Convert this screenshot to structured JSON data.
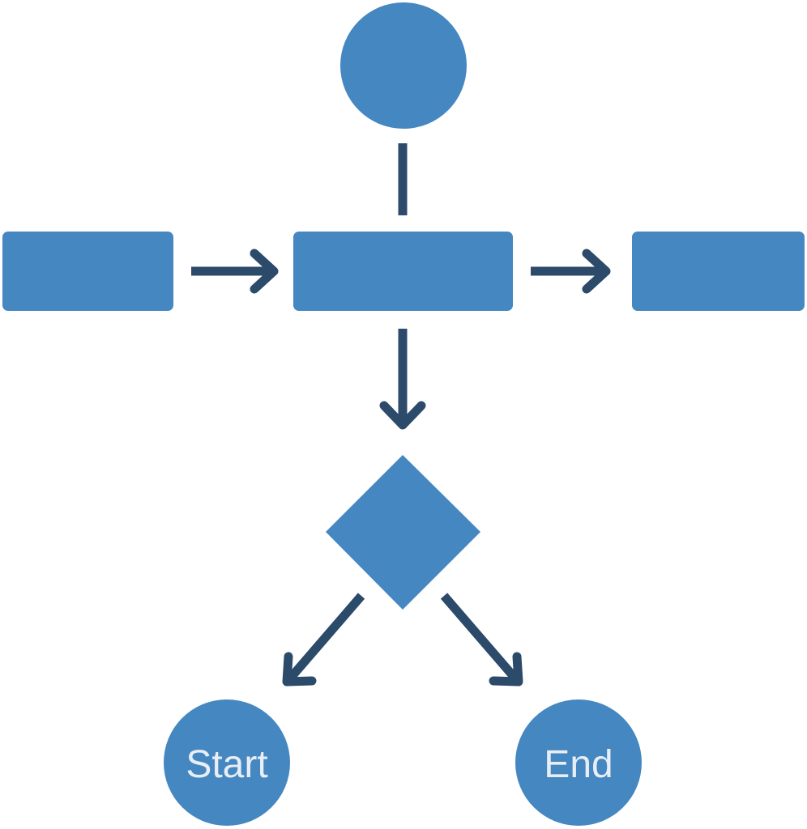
{
  "colors": {
    "node_fill": "#4587c1",
    "connector": "#2c4a6a",
    "label_text": "#e9eef5",
    "background": "#ffffff"
  },
  "nodes": {
    "top_circle": {
      "shape": "circle",
      "label": ""
    },
    "left_box": {
      "shape": "rectangle",
      "label": ""
    },
    "center_box": {
      "shape": "rectangle",
      "label": ""
    },
    "right_box": {
      "shape": "rectangle",
      "label": ""
    },
    "decision": {
      "shape": "diamond",
      "label": ""
    },
    "start": {
      "shape": "circle",
      "label": "Start"
    },
    "end": {
      "shape": "circle",
      "label": "End"
    }
  },
  "connectors": [
    {
      "from": "top_circle",
      "to": "center_box",
      "arrow": false
    },
    {
      "from": "left_box",
      "to": "center_box",
      "arrow": true
    },
    {
      "from": "center_box",
      "to": "right_box",
      "arrow": true
    },
    {
      "from": "center_box",
      "to": "decision",
      "arrow": true
    },
    {
      "from": "decision",
      "to": "start",
      "arrow": true
    },
    {
      "from": "decision",
      "to": "end",
      "arrow": true
    }
  ]
}
